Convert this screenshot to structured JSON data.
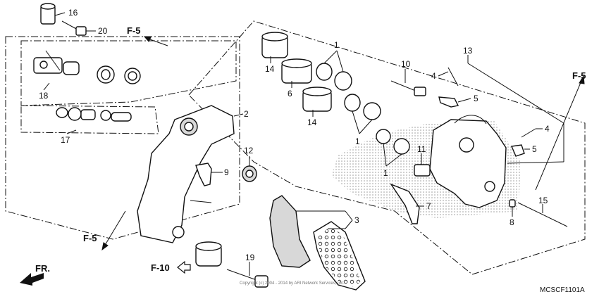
{
  "diagram_code": "MCSCF1101A",
  "direction_label": "FR.",
  "copyright": "Copyright (c) 2004 - 2014 by ARI Network Services, Inc.",
  "references": [
    "F-5",
    "F-5",
    "F-5",
    "F-10"
  ],
  "callouts": [
    "16",
    "20",
    "2",
    "17",
    "18",
    "12",
    "9",
    "14",
    "6",
    "14",
    "1",
    "1",
    "1",
    "10",
    "4",
    "5",
    "13",
    "11",
    "4",
    "5",
    "7",
    "3",
    "15",
    "8",
    "19"
  ]
}
